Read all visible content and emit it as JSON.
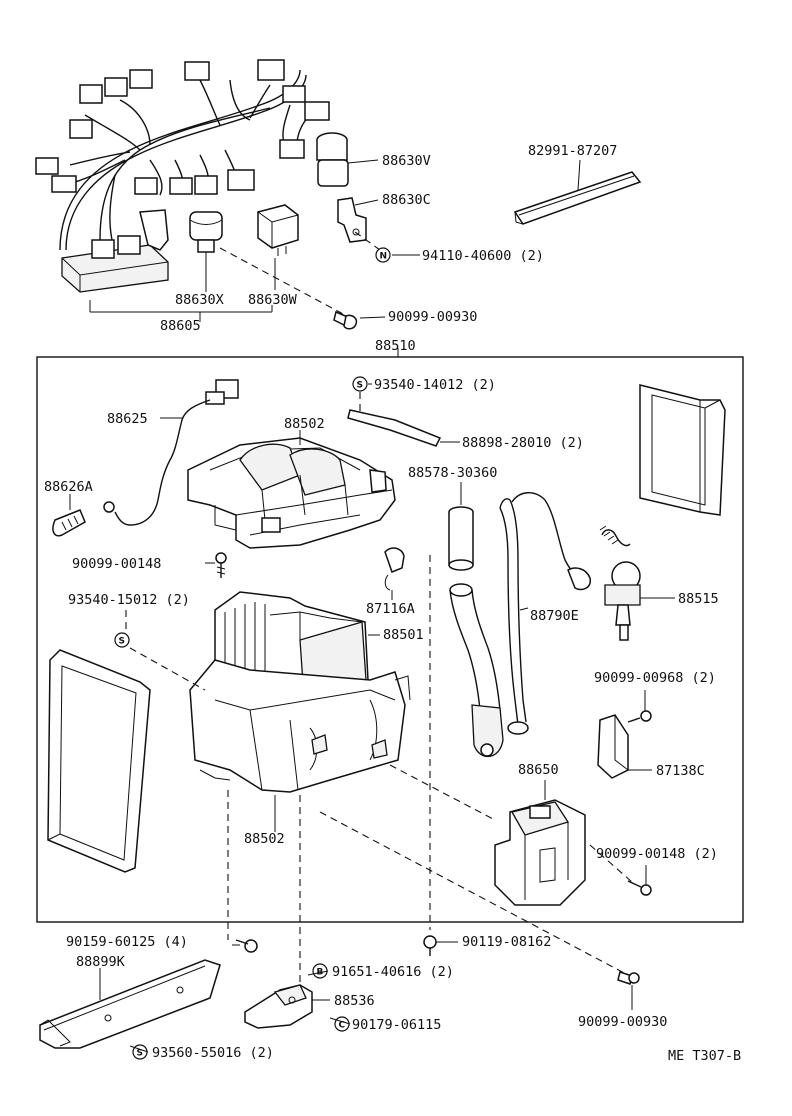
{
  "diagram": {
    "labels": {
      "p82991": "82991-87207",
      "p88630V": "88630V",
      "p88630C": "88630C",
      "p94110": "94110-40600 (2)",
      "p88630X": "88630X",
      "p88630W": "88630W",
      "p88605": "88605",
      "p90099_930_top": "90099-00930",
      "p88510": "88510",
      "p93540_14012": "93540-14012 (2)",
      "p88625": "88625",
      "p88502_top": "88502",
      "p88898": "88898-28010 (2)",
      "p88578": "88578-30360",
      "p88626A": "88626A",
      "p90099_148_left": "90099-00148",
      "p87116A": "87116A",
      "p93540_15012": "93540-15012 (2)",
      "p88501": "88501",
      "p88790E": "88790E",
      "p88515": "88515",
      "p90099_968": "90099-00968 (2)",
      "p87138C": "87138C",
      "p88650": "88650",
      "p88502_bot": "88502",
      "p90099_148_right": "90099-00148 (2)",
      "p90159": "90159-60125 (4)",
      "p90119": "90119-08162",
      "p88899K": "88899K",
      "p91651": "91651-40616 (2)",
      "p88536": "88536",
      "p90179": "90179-06115",
      "p90099_930_bot": "90099-00930",
      "p93560": "93560-55016 (2)",
      "ref": "ME  T307-B"
    },
    "symbols": {
      "n": "N",
      "s": "S",
      "b": "B",
      "c": "C"
    }
  }
}
